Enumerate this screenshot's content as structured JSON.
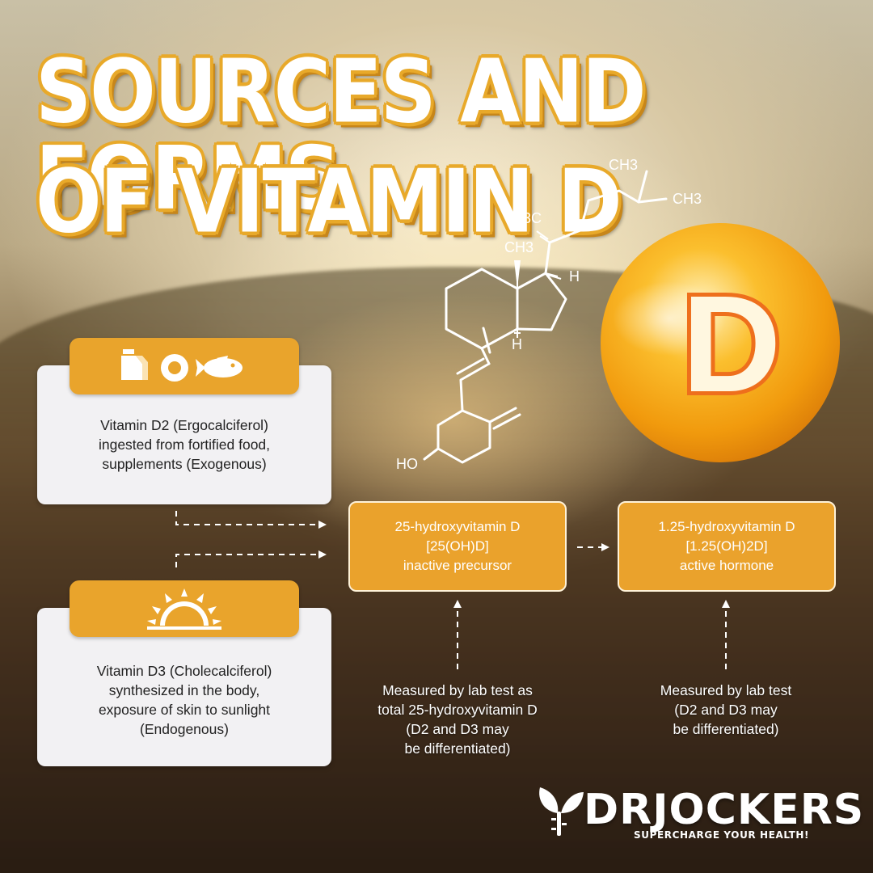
{
  "title": {
    "line1": "SOURCES AND FORMS",
    "line2": "OF VITAMIN D"
  },
  "sources": [
    {
      "id": "d2",
      "icons": [
        "milk-carton-icon",
        "fried-egg-icon",
        "fish-icon"
      ],
      "lines": [
        "Vitamin D2 (Ergocalciferol)",
        "ingested from fortified food,",
        "supplements (Exogenous)"
      ]
    },
    {
      "id": "d3",
      "icons": [
        "sun-icon"
      ],
      "lines": [
        "Vitamin D3 (Cholecalciferol)",
        "synthesized in the body,",
        "exposure of skin to sunlight",
        "(Endogenous)"
      ]
    }
  ],
  "stages": [
    {
      "lines": [
        "25-hydroxyvitamin D",
        "[25(OH)D]",
        "inactive precursor"
      ],
      "note": [
        "Measured by lab test as",
        "total 25-hydroxyvitamin D",
        "(D2 and D3 may",
        "be differentiated)"
      ]
    },
    {
      "lines": [
        "1.25-hydroxyvitamin D",
        "[1.25(OH)2D]",
        "active hormone"
      ],
      "note": [
        "Measured by lab test",
        "(D2 and D3 may",
        "be differentiated)"
      ]
    }
  ],
  "molecule": {
    "labels": {
      "ch3_top": "CH3",
      "ch3_right": "CH3",
      "h3c": "H3C",
      "ch3_ring": "CH3",
      "h_right": "H",
      "h_below": "H",
      "ho": "HO"
    }
  },
  "sphere": {
    "letter": "D"
  },
  "brand": {
    "name": "DRJOCKERS",
    "tagline": "SUPERCHARGE YOUR HEALTH!"
  },
  "colors": {
    "accent": "#e9a42c",
    "card": "#f2f1f3",
    "title_outline": "#e8a92a",
    "sphere": "#f5a50f"
  }
}
